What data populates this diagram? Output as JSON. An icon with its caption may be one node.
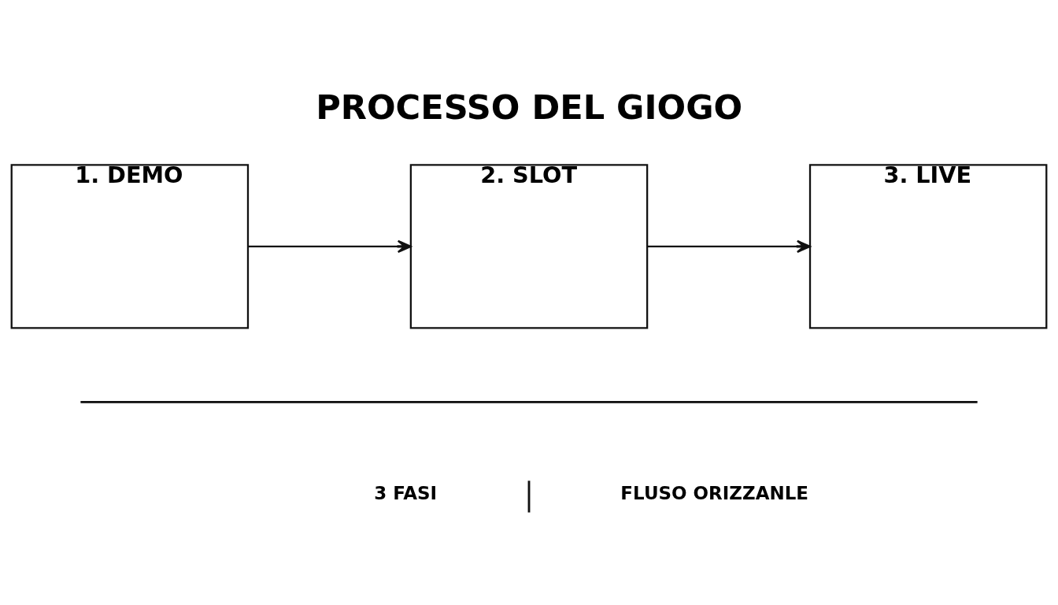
{
  "diagram": {
    "title": "PROCESSO DEL GIOGO",
    "nodes": [
      {
        "text": [
          "1. DEMO"
        ]
      },
      {
        "text": [
          "2. SLOT"
        ]
      },
      {
        "text": [
          "3. LIVE"
        ]
      }
    ],
    "edges": [
      {
        "from": 0,
        "to": 1,
        "arrow": "to"
      },
      {
        "from": 1,
        "to": 2,
        "arrow": "to"
      }
    ],
    "labels": [
      "3 FASI",
      "FLUSO ORIZZANLE"
    ]
  }
}
